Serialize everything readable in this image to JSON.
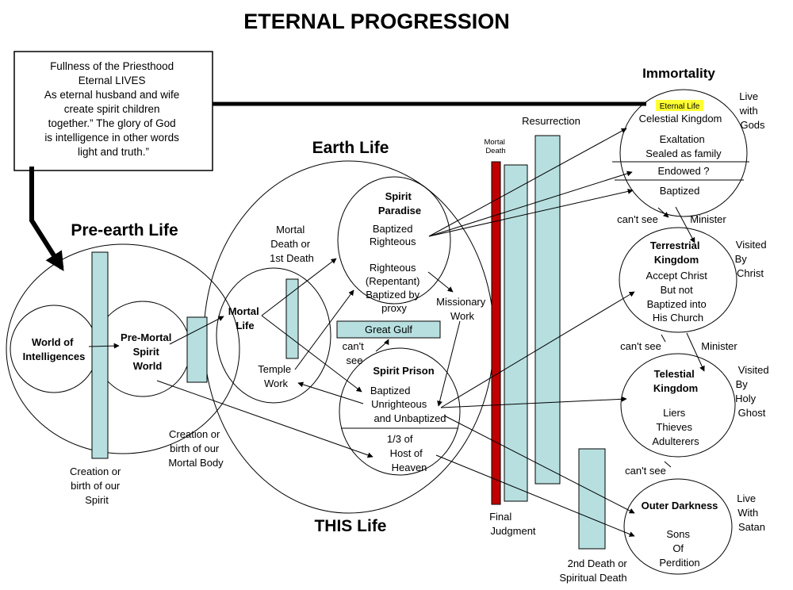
{
  "title": "ETERNAL PROGRESSION",
  "priesthood_box": {
    "lines": [
      "Fullness of the Priesthood",
      "Eternal LIVES",
      "As eternal husband and wife",
      "create spirit children",
      "together.” The glory of God",
      "is intelligence in other words",
      "light and truth.”"
    ]
  },
  "sections": {
    "pre_earth_life": "Pre-earth Life",
    "earth_life": "Earth Life",
    "this_life": "THIS Life",
    "immortality": "Immortality"
  },
  "pre_earth": {
    "world_of_intelligences": [
      "World of",
      "Intelligences"
    ],
    "pre_mortal_spirit_world": [
      "Pre-Mortal",
      "Spirit",
      "World"
    ],
    "creation_spirit": [
      "Creation or",
      "birth of our",
      "Spirit"
    ],
    "creation_body": [
      "Creation or",
      "birth of our",
      "Mortal Body"
    ]
  },
  "earth": {
    "mortal_death": [
      "Mortal",
      "Death or",
      "1st Death"
    ],
    "mortal_life": [
      "Mortal",
      "Life"
    ],
    "temple_work": [
      "Temple",
      "Work"
    ],
    "spirit_paradise_title": [
      "Spirit",
      "Paradise"
    ],
    "spirit_paradise_lines": [
      "Baptized",
      "Righteous",
      "",
      "Righteous",
      "(Repentant)",
      "Baptized by",
      "proxy"
    ],
    "missionary_work": [
      "Missionary",
      "Work"
    ],
    "great_gulf": "Great Gulf",
    "cant_see": [
      "can't",
      "see"
    ],
    "spirit_prison_title": "Spirit Prison",
    "spirit_prison_lines": [
      "Baptized",
      "Unrighteous",
      "and Unbaptized"
    ],
    "host_of_heaven": [
      "1/3 of",
      "Host of",
      "Heaven"
    ]
  },
  "judgment": {
    "mortal_death": [
      "Mortal",
      "Death"
    ],
    "resurrection": "Resurrection",
    "final_judgment": [
      "Final",
      "Judgment"
    ],
    "second_death": [
      "2nd  Death or",
      "Spiritual Death"
    ]
  },
  "kingdoms": {
    "eternal_life": "Eternal Life",
    "celestial_title": "Celestial Kingdom",
    "celestial_lines": [
      "Exaltation",
      "Sealed as family"
    ],
    "endowed": "Endowed ?",
    "baptized": "Baptized",
    "celestial_side": [
      "Live",
      "with",
      "Gods"
    ],
    "terrestrial_title": [
      "Terrestrial",
      "Kingdom"
    ],
    "terrestrial_lines": [
      "Accept Christ",
      "But not",
      "Baptized into",
      "His Church"
    ],
    "terrestrial_side": [
      "Visited",
      "By",
      "Christ"
    ],
    "telestial_title": [
      "Telestial",
      "Kingdom"
    ],
    "telestial_lines": [
      "Liers",
      "Thieves",
      "Adulterers"
    ],
    "telestial_side": [
      "Visited",
      "By",
      "Holy",
      "Ghost"
    ],
    "outer_title": "Outer Darkness",
    "outer_lines": [
      "Sons",
      "Of",
      "Perdition"
    ],
    "outer_side": [
      "Live",
      "With",
      "Satan"
    ],
    "cant_see": "can't see",
    "minister": "Minister"
  },
  "colors": {
    "bar_fill": "#b7dfe0",
    "red_bar": "#c00000",
    "highlight": "#ffff33"
  }
}
